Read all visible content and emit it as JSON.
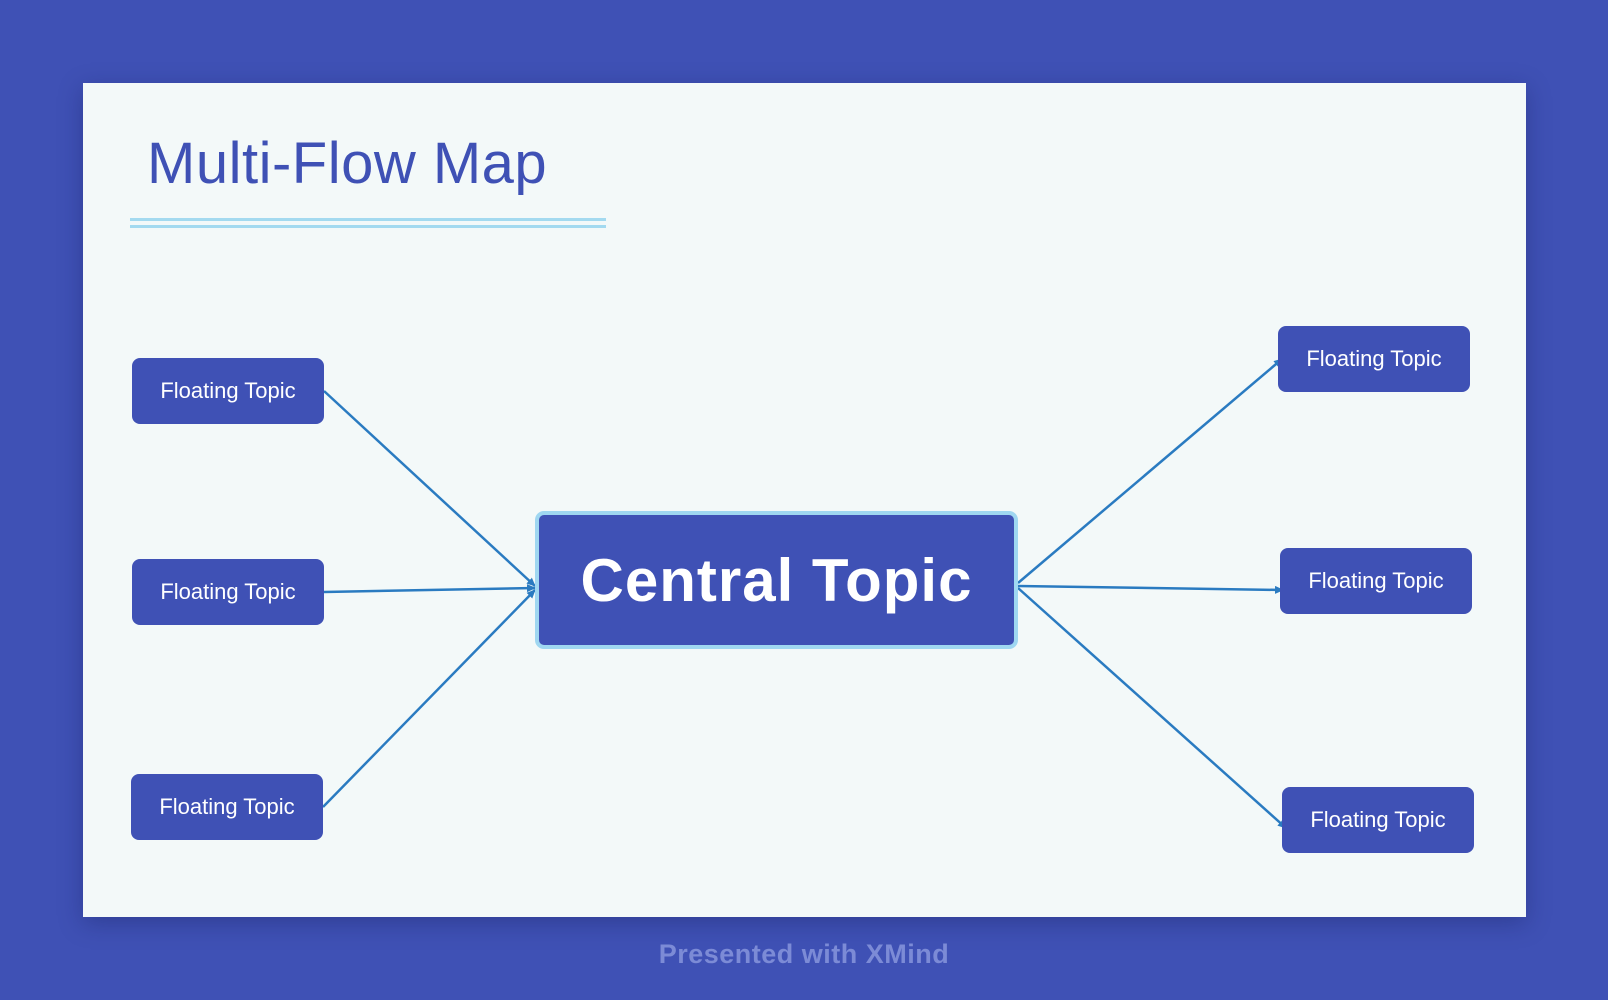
{
  "title": "Multi-Flow Map",
  "central_topic": "Central Topic",
  "left_topics": [
    {
      "label": "Floating Topic"
    },
    {
      "label": "Floating Topic"
    },
    {
      "label": "Floating Topic"
    }
  ],
  "right_topics": [
    {
      "label": "Floating Topic"
    },
    {
      "label": "Floating Topic"
    },
    {
      "label": "Floating Topic"
    }
  ],
  "footer": "Presented with XMind",
  "colors": {
    "background": "#3f51b5",
    "canvas": "#f3f9f9",
    "topic_fill": "#3f51b5",
    "central_border": "#9fd7f1",
    "title_underline": "#a3daf0",
    "connector": "#2a7bc1",
    "footer_text": "#7c8bd6"
  }
}
